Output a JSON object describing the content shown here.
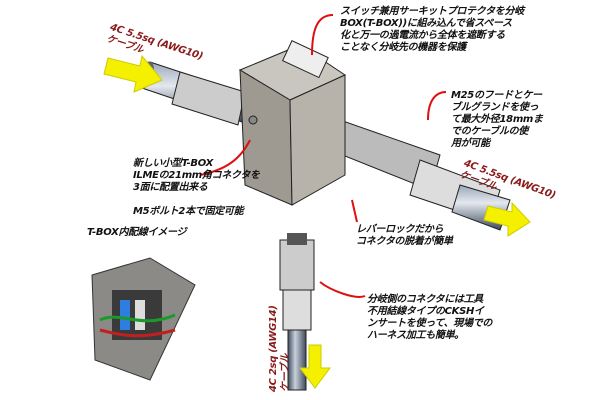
{
  "callouts": {
    "protector": "スイッチ兼用サーキットプロテクタを分岐\nBOX(T-BOX))に組み込んで省スペース\n化と万一の過電流から全体を遮断する\nことなく分岐先の機器を保護",
    "hood": "M25のフードとケー\nブルグランドを使っ\nて最大外径18mmま\nでのケーブルの使\n用が可能",
    "tbox": "新しい小型T-BOX\nILMEの21mm角コネクタを\n3面に配置出来る",
    "bolt": "M5ボルト2本で固定可能",
    "inner": "T-BOX内配線イメージ",
    "lever": "レバーロックだから\nコネクタの脱着が簡単",
    "branch": "分岐側のコネクタには工具\n不用結線タイプのCKSHイ\nンサートを使って、現場での\nハーネス加工も簡単。"
  },
  "cable_labels": {
    "left": "4C 5.5sq (AWG10)\nケーブル",
    "right": "4C 5.5sq (AWG10)\nケーブル",
    "bottom": "4C 2sq (AWG14)\nケーブル"
  },
  "colors": {
    "arrow": "#f5f000",
    "leader": "#e01010",
    "label": "#8b1a1a"
  }
}
